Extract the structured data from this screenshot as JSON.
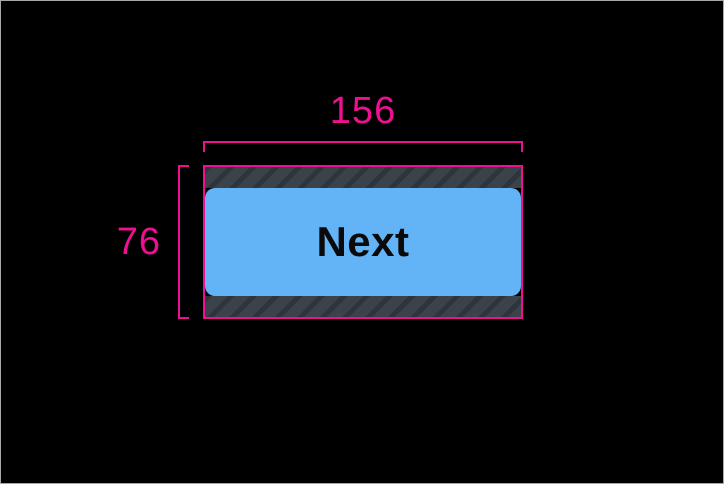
{
  "annotation": {
    "width_label": "156",
    "height_label": "76"
  },
  "button": {
    "label": "Next"
  },
  "colors": {
    "background": "#000000",
    "frame_border": "#a8a8a8",
    "measure": "#ee1090",
    "button_fill": "#63b3f7",
    "button_text": "#0a0a0a",
    "padding_base": "#3b424a",
    "padding_stripe": "#2e343b"
  }
}
